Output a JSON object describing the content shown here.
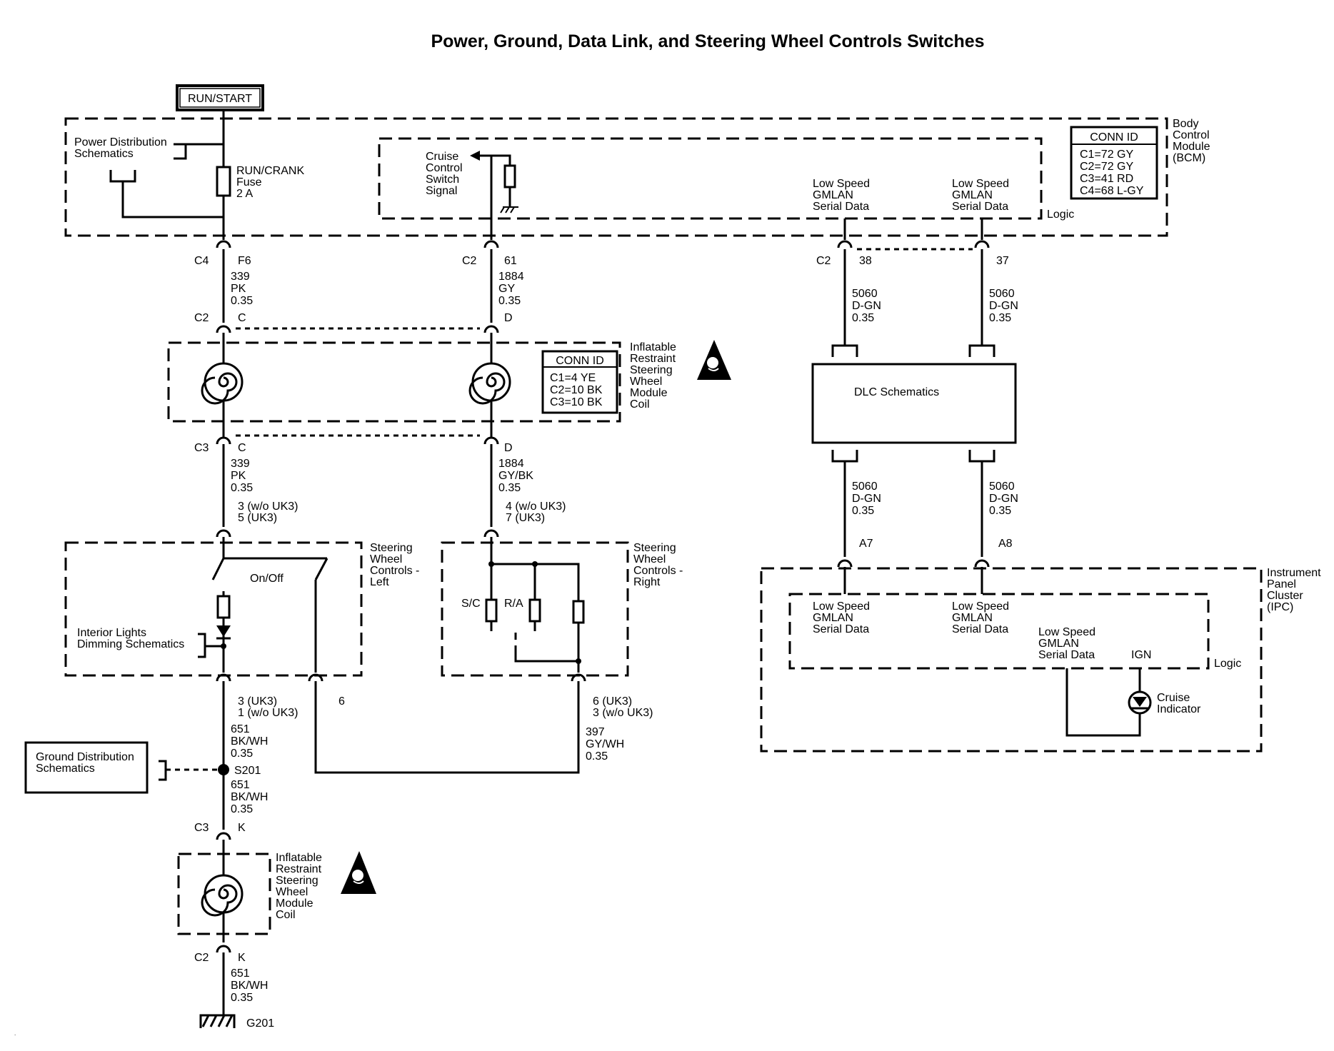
{
  "title": "Power, Ground, Data Link, and Steering Wheel Controls Switches",
  "run_start": "RUN/START",
  "bcm": {
    "name": [
      "Body",
      "Control",
      "Module",
      "(BCM)"
    ],
    "power_distribution": [
      "Power Distribution",
      "Schematics"
    ],
    "fuse": [
      "RUN/CRANK",
      "Fuse",
      "2 A"
    ],
    "cruise_signal": [
      "Cruise",
      "Control",
      "Switch",
      "Signal"
    ],
    "lan_label": [
      "Low Speed",
      "GMLAN",
      "Serial Data"
    ],
    "logic": "Logic",
    "conn_id_title": "CONN ID",
    "conn_ids": [
      "C1=72 GY",
      "C2=72 GY",
      "C3=41 RD",
      "C4=68 L-GY"
    ]
  },
  "upper_connectors": {
    "c4": "C4",
    "f6": "F6",
    "c2a": "C2",
    "p61": "61",
    "c2b": "C2",
    "p38": "38",
    "p37": "37",
    "c2c": "C2",
    "c": "C",
    "d": "D"
  },
  "wires": {
    "w339_top": [
      "339",
      "PK",
      "0.35"
    ],
    "w1884_top": [
      "1884",
      "GY",
      "0.35"
    ],
    "w5060_a": [
      "5060",
      "D-GN",
      "0.35"
    ],
    "w5060_b": [
      "5060",
      "D-GN",
      "0.35"
    ],
    "w5060_c": [
      "5060",
      "D-GN",
      "0.35"
    ],
    "w5060_d": [
      "5060",
      "D-GN",
      "0.35"
    ],
    "w339_mid": [
      "339",
      "PK",
      "0.35"
    ],
    "w1884_mid": [
      "1884",
      "GY/BK",
      "0.35"
    ],
    "w651_a": [
      "651",
      "BK/WH",
      "0.35"
    ],
    "w651_b": [
      "651",
      "BK/WH",
      "0.35"
    ],
    "w651_c": [
      "651",
      "BK/WH",
      "0.35"
    ],
    "w397": [
      "397",
      "GY/WH",
      "0.35"
    ]
  },
  "coil_upper": {
    "label": [
      "Inflatable",
      "Restraint",
      "Steering",
      "Wheel",
      "Module",
      "Coil"
    ],
    "conn_id_title": "CONN ID",
    "conn_ids": [
      "C1=4 YE",
      "C2=10 BK",
      "C3=10 BK"
    ]
  },
  "mid_connectors": {
    "c3": "C3",
    "c": "C",
    "d": "D",
    "pins_left": [
      "3 (w/o UK3)",
      "5 (UK3)"
    ],
    "pins_right": [
      "4 (w/o UK3)",
      "7 (UK3)"
    ]
  },
  "swc_left": {
    "label": [
      "Steering",
      "Wheel",
      "Controls -",
      "Left"
    ],
    "on_off": "On/Off",
    "interior": [
      "Interior Lights",
      "Dimming Schematics"
    ]
  },
  "swc_right": {
    "label": [
      "Steering",
      "Wheel",
      "Controls -",
      "Right"
    ],
    "sc": "S/C",
    "ra": "R/A"
  },
  "lower_pins": {
    "left": [
      "3 (UK3)",
      "1 (w/o UK3)"
    ],
    "six": "6",
    "right": [
      "6 (UK3)",
      "3 (w/o UK3)"
    ]
  },
  "ground_distribution": [
    "Ground Distribution",
    "Schematics"
  ],
  "splice": "S201",
  "lower_coil": {
    "label": [
      "Inflatable",
      "Restraint",
      "Steering",
      "Wheel",
      "Module",
      "Coil"
    ],
    "c3": "C3",
    "k1": "K",
    "c2": "C2",
    "k2": "K"
  },
  "ground": "G201",
  "dlc": "DLC Schematics",
  "ipc": {
    "name": [
      "Instrument",
      "Panel",
      "Cluster",
      "(IPC)"
    ],
    "a7": "A7",
    "a8": "A8",
    "lan_label": [
      "Low Speed",
      "GMLAN",
      "Serial Data"
    ],
    "ign": "IGN",
    "logic": "Logic",
    "cruise": [
      "Cruise",
      "Indicator"
    ]
  }
}
